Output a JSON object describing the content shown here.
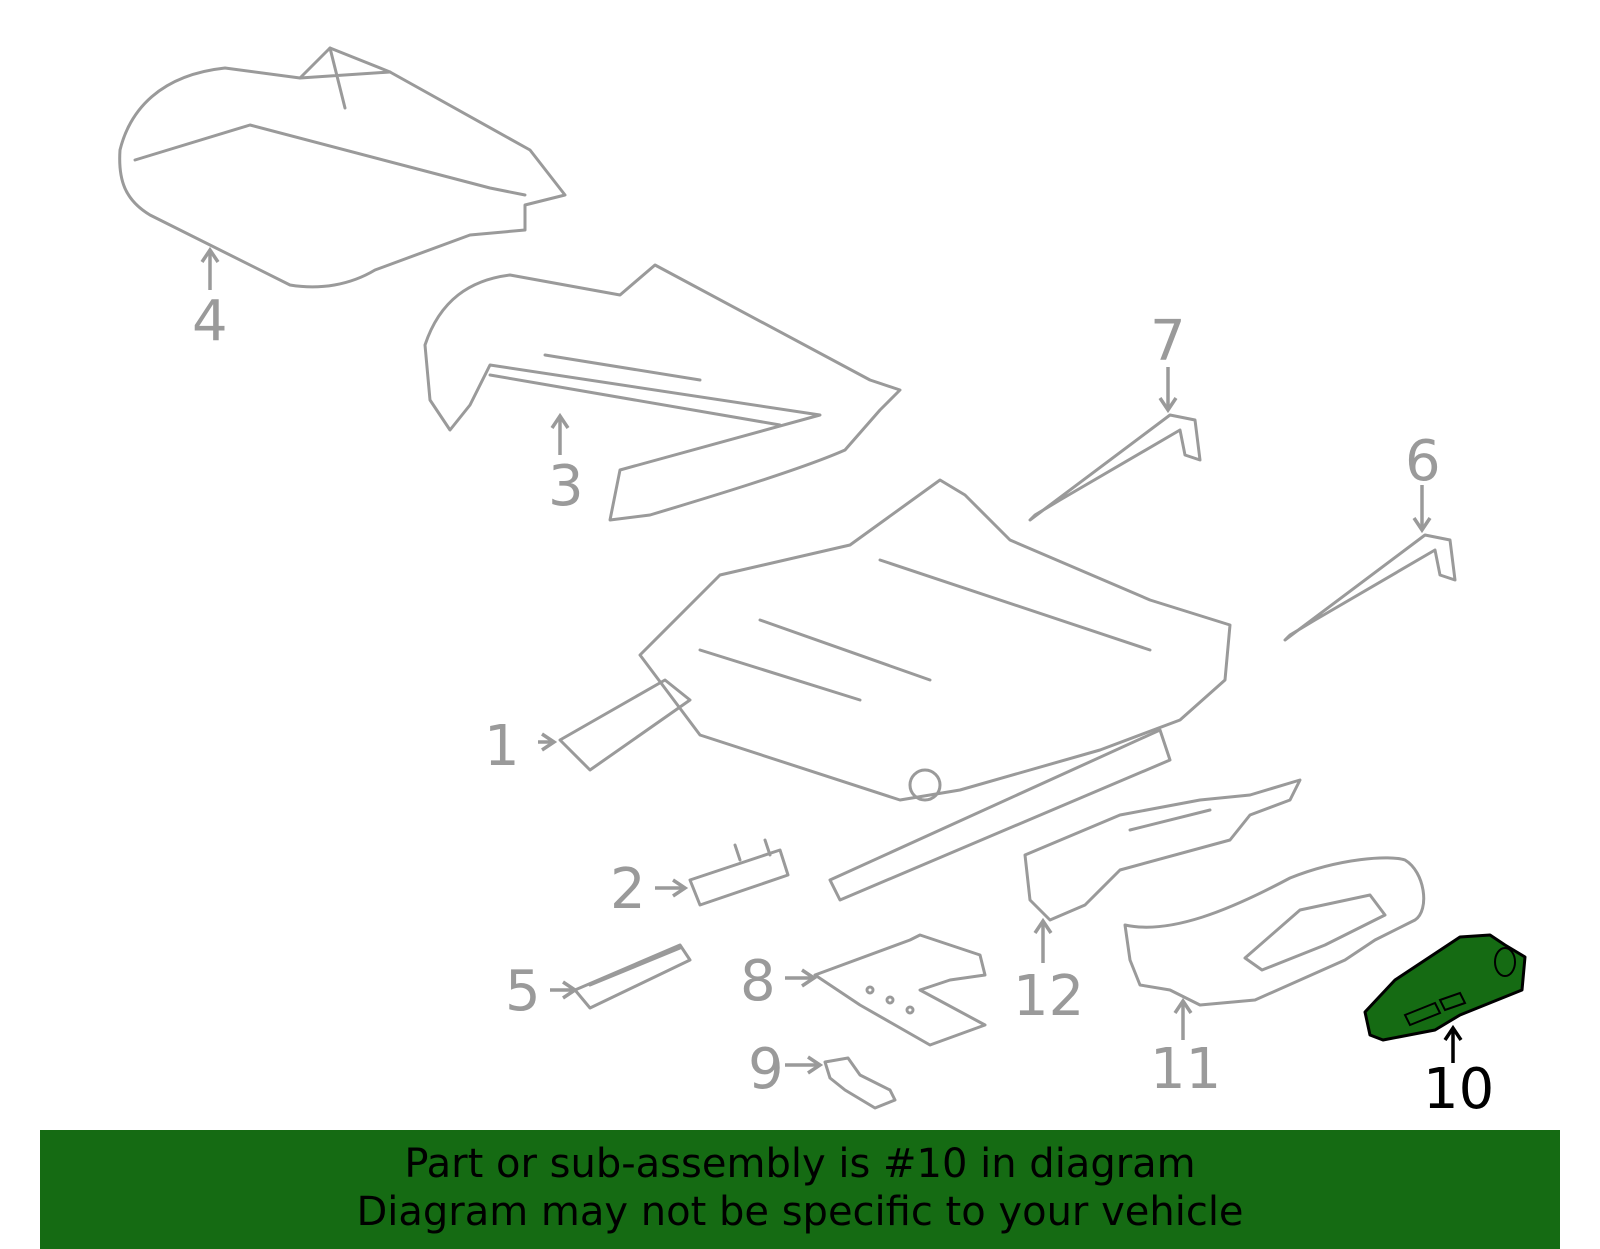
{
  "diagram": {
    "highlight_color": "#156b13",
    "part_color": "#9a9a9a",
    "callouts": [
      "1",
      "2",
      "3",
      "4",
      "5",
      "6",
      "7",
      "8",
      "9",
      "10",
      "11",
      "12"
    ],
    "highlighted_callout": "10"
  },
  "banner": {
    "background": "#156b13",
    "line1": "Part or sub-assembly is #10 in diagram",
    "line2": "Diagram may not be specific to your vehicle"
  }
}
